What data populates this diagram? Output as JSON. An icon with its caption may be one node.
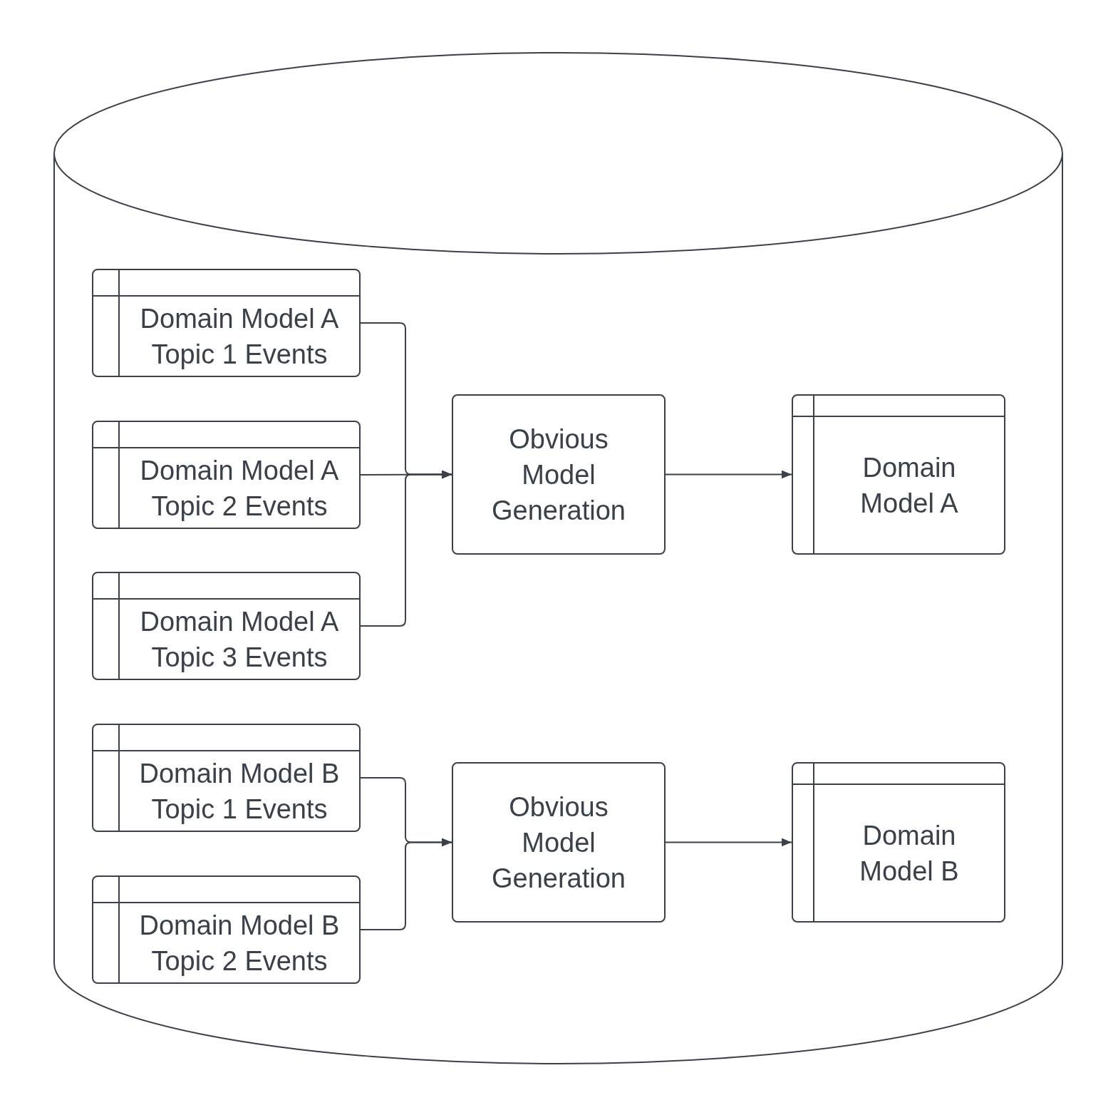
{
  "diagram": {
    "nodes": [
      {
        "text": [],
        "shape": "cylinder"
      },
      {
        "text": [
          "Domain Model A Topic 1 Events"
        ],
        "in": 0
      },
      {
        "text": [
          "Domain Model A Topic 2 Events"
        ],
        "in": 0
      },
      {
        "text": [
          "Domain Model A Topic 3 Events"
        ],
        "in": 0
      },
      {
        "text": [
          "Obvious Model Generation"
        ],
        "in": 0
      },
      {
        "text": [
          "Domain Model A"
        ],
        "in": 0
      },
      {
        "text": [
          "Domain Model B Topic 1 Events"
        ],
        "in": 0
      },
      {
        "text": [
          "Domain Model B Topic 2 Events"
        ],
        "in": 0
      },
      {
        "text": [
          "Obvious Model Generation"
        ],
        "in": 0
      },
      {
        "text": [
          "Domain Model B"
        ],
        "in": 0
      }
    ],
    "edges": [
      {
        "from": 1,
        "to": 4,
        "arrow": "to"
      },
      {
        "from": 2,
        "to": 4,
        "arrow": "to"
      },
      {
        "from": 3,
        "to": 4,
        "arrow": "to"
      },
      {
        "from": 4,
        "to": 5,
        "arrow": "to"
      },
      {
        "from": 6,
        "to": 8,
        "arrow": "to"
      },
      {
        "from": 7,
        "to": 8,
        "arrow": "to"
      },
      {
        "from": 8,
        "to": 9,
        "arrow": "to"
      }
    ]
  }
}
